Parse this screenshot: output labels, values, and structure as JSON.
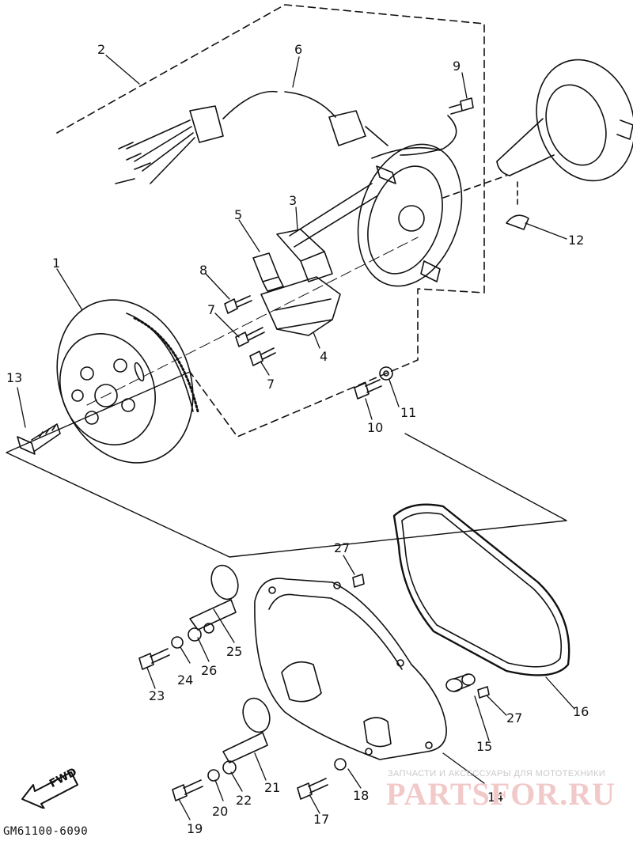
{
  "diagram": {
    "code": "GM61100-6090",
    "fwd_label": "FWD",
    "watermark_caption": "ЗАПЧАСТИ И АКСЕССУАРЫ ДЛЯ МОТОТЕХНИКИ",
    "watermark_brand": "PARTSFOR.RU",
    "callouts": [
      {
        "id": "callout-1",
        "text": "1"
      },
      {
        "id": "callout-2",
        "text": "2"
      },
      {
        "id": "callout-3",
        "text": "3"
      },
      {
        "id": "callout-4",
        "text": "4"
      },
      {
        "id": "callout-5",
        "text": "5"
      },
      {
        "id": "callout-6",
        "text": "6"
      },
      {
        "id": "callout-7a",
        "text": "7"
      },
      {
        "id": "callout-7b",
        "text": "7"
      },
      {
        "id": "callout-8",
        "text": "8"
      },
      {
        "id": "callout-9",
        "text": "9"
      },
      {
        "id": "callout-10",
        "text": "10"
      },
      {
        "id": "callout-11",
        "text": "11"
      },
      {
        "id": "callout-12",
        "text": "12"
      },
      {
        "id": "callout-13",
        "text": "13"
      },
      {
        "id": "callout-14",
        "text": "14"
      },
      {
        "id": "callout-15",
        "text": "15"
      },
      {
        "id": "callout-16",
        "text": "16"
      },
      {
        "id": "callout-17",
        "text": "17"
      },
      {
        "id": "callout-18",
        "text": "18"
      },
      {
        "id": "callout-19",
        "text": "19"
      },
      {
        "id": "callout-20",
        "text": "20"
      },
      {
        "id": "callout-21",
        "text": "21"
      },
      {
        "id": "callout-22",
        "text": "22"
      },
      {
        "id": "callout-23",
        "text": "23"
      },
      {
        "id": "callout-24",
        "text": "24"
      },
      {
        "id": "callout-25",
        "text": "25"
      },
      {
        "id": "callout-26",
        "text": "26"
      },
      {
        "id": "callout-27a",
        "text": "27"
      },
      {
        "id": "callout-27b",
        "text": "27"
      }
    ]
  }
}
